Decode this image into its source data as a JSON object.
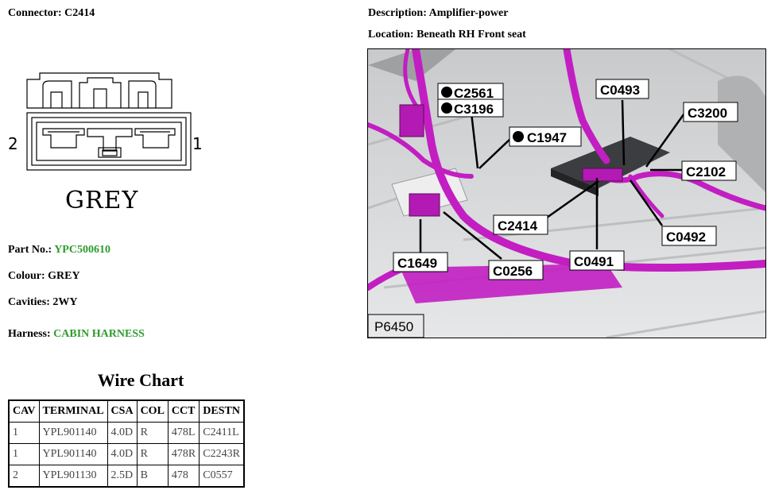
{
  "header": {
    "connector_label": "Connector:",
    "connector_value": "C2414",
    "description_label": "Description:",
    "description_value": "Amplifier-power",
    "location_label": "Location:",
    "location_value": "Beneath RH Front seat"
  },
  "connector_diagram": {
    "pin_left": "2",
    "pin_right": "1",
    "colour_text": "GREY"
  },
  "details": {
    "part_label": "Part No.:",
    "part_value": "YPC500610",
    "colour_label": "Colour:",
    "colour_value": "GREY",
    "cavities_label": "Cavities:",
    "cavities_value": "2WY",
    "harness_label": "Harness:",
    "harness_value": "CABIN HARNESS"
  },
  "photo": {
    "ref": "P6450",
    "callouts": [
      "C2561",
      "C3196",
      "C1947",
      "C0493",
      "C3200",
      "C2102",
      "C2414",
      "C0492",
      "C1649",
      "C0256",
      "C0491"
    ]
  },
  "wire_chart": {
    "title": "Wire Chart",
    "headers": [
      "CAV",
      "TERMINAL",
      "CSA",
      "COL",
      "CCT",
      "DESTN"
    ],
    "rows": [
      [
        "1",
        "YPL901140",
        "4.0D",
        "R",
        "478L",
        "C2411L"
      ],
      [
        "1",
        "YPL901140",
        "4.0D",
        "R",
        "478R",
        "C2243R"
      ],
      [
        "2",
        "YPL901130",
        "2.5D",
        "B",
        "478",
        "C0557"
      ]
    ]
  },
  "colors": {
    "link_green": "#2e9b2e",
    "harness_magenta": "#c21ec2"
  }
}
